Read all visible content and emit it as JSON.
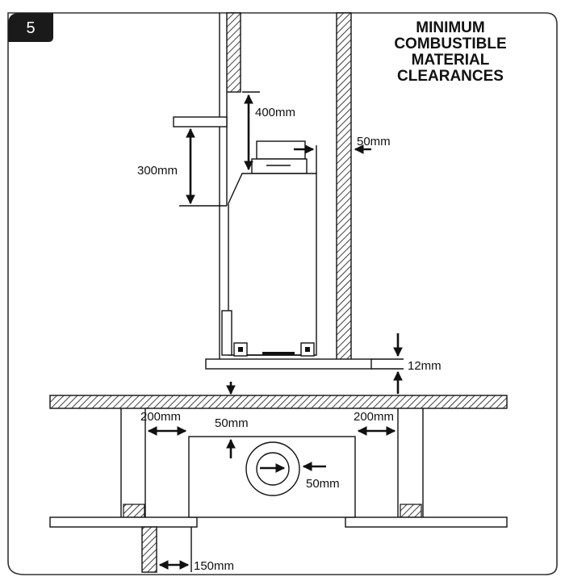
{
  "figure": {
    "number": "5",
    "title_lines": [
      "MINIMUM",
      "COMBUSTIBLE",
      "MATERIAL",
      "CLEARANCES"
    ]
  },
  "dimensions": {
    "ceiling_gap": "400mm",
    "shelf_gap": "300mm",
    "side_wall_gap": "50mm",
    "canopy_edge_gap": "12mm",
    "duct_top_gap": "50mm",
    "duct_side_gap": "50mm",
    "joist_left_gap": "200mm",
    "joist_right_gap": "200mm",
    "beam_gap": "150mm"
  },
  "colors": {
    "badge": "#1a1a1a",
    "line": "#111111"
  }
}
